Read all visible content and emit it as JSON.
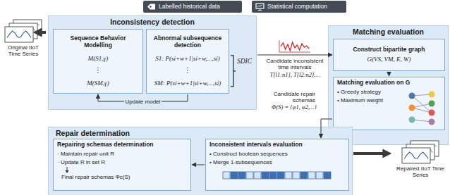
{
  "diagram": {
    "nodes": [
      {
        "text": [
          "Labelled historical data"
        ]
      },
      {
        "text": [
          "Statistical computation"
        ]
      },
      {
        "text": [
          "Original IIoT Time Series"
        ]
      },
      {
        "text": [
          "Inconsistency detection"
        ]
      },
      {
        "text": [
          "Sequence Behavior Modelling",
          "M(S1,γ)",
          "⋮",
          "M(SM,γ)"
        ],
        "in": 3
      },
      {
        "text": [
          "Abnormal subsequence detection",
          "S1: P(si+w+1|si+w,...,si)",
          "⋮",
          "SM: P(si+w+1|si+w,...,si)"
        ],
        "in": 3
      },
      {
        "text": [
          "Matching evaluation"
        ]
      },
      {
        "text": [
          "Construct bipartite graph",
          "G(VS, VM, E, W)"
        ],
        "in": 6
      },
      {
        "text": [
          "Matching evaluation on G",
          "• Greedy strategy",
          "• Maximum weight"
        ],
        "in": 6
      },
      {
        "text": [
          "Repair determination"
        ]
      },
      {
        "text": [
          "Repairing schemas determination",
          "· Maintain repair unit R",
          "· Update R in set R",
          "Final repair schemas Φc(S)"
        ],
        "in": 9
      },
      {
        "text": [
          "Inconsistent intervals evaluation",
          "• Construct boolean sequences",
          "• Merge 1-subsequences"
        ],
        "in": 9
      },
      {
        "text": [
          "Repaired IIoT Time Series"
        ]
      }
    ],
    "edges": [
      {
        "from": 2,
        "to": 3,
        "arrow": "to"
      },
      {
        "from": 5,
        "to": 4,
        "label": "Update model",
        "arrow": "to"
      },
      {
        "from": 3,
        "to": 7,
        "label": "Candidate inconsistent time intervals",
        "arrow": "to"
      },
      {
        "from": 7,
        "to": 8,
        "arrow": "to"
      },
      {
        "from": 8,
        "to": 11,
        "label": "Candidate repair schemas",
        "arrow": "to"
      },
      {
        "from": 11,
        "to": 10,
        "arrow": "to"
      },
      {
        "from": 9,
        "to": 12,
        "arrow": "to"
      }
    ],
    "labels": [
      "SDIC",
      "T[l1:n1], T[l2:n2],...",
      "Φ(S) = {φ1, φ2,...}"
    ]
  }
}
